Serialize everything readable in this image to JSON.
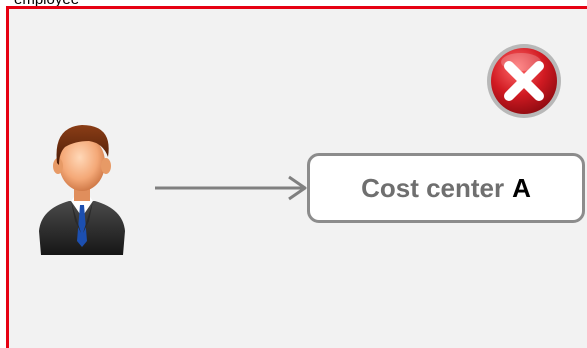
{
  "header": {
    "label": "employee"
  },
  "diagram": {
    "target_label": "Cost center",
    "target_letter": "A"
  },
  "icons": {
    "person": "person-icon",
    "error": "error-icon"
  },
  "colors": {
    "frame": "#e60012",
    "arrow": "#808080",
    "box_border": "#8c8c8c",
    "error": "#d11a22"
  }
}
